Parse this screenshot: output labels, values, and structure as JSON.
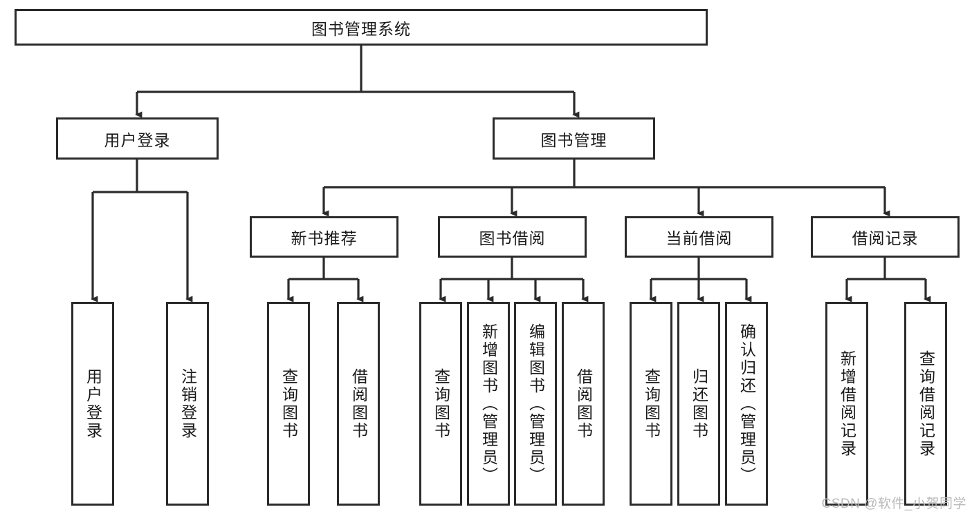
{
  "diagram": {
    "title_node": {
      "label": "图书管理系统"
    },
    "level2": [
      {
        "id": "user-login",
        "label": "用户登录"
      },
      {
        "id": "book-manage",
        "label": "图书管理"
      }
    ],
    "level3": [
      {
        "id": "new-book-recommend",
        "label": "新书推荐"
      },
      {
        "id": "book-borrow",
        "label": "图书借阅"
      },
      {
        "id": "current-borrow",
        "label": "当前借阅"
      },
      {
        "id": "borrow-record",
        "label": "借阅记录"
      }
    ],
    "leaves": [
      {
        "id": "leaf-user-login",
        "label": "用户登录",
        "parent": "user-login"
      },
      {
        "id": "leaf-user-logout",
        "label": "注销登录",
        "parent": "user-login"
      },
      {
        "id": "leaf-query-book-1",
        "label": "查询图书",
        "parent": "new-book-recommend"
      },
      {
        "id": "leaf-borrow-book-1",
        "label": "借阅图书",
        "parent": "new-book-recommend"
      },
      {
        "id": "leaf-query-book-2",
        "label": "查询图书",
        "parent": "book-borrow"
      },
      {
        "id": "leaf-add-book",
        "label": "新增图书（管理员）",
        "parent": "book-borrow"
      },
      {
        "id": "leaf-edit-book",
        "label": "编辑图书（管理员）",
        "parent": "book-borrow"
      },
      {
        "id": "leaf-borrow-book-2",
        "label": "借阅图书",
        "parent": "book-borrow"
      },
      {
        "id": "leaf-query-book-3",
        "label": "查询图书",
        "parent": "current-borrow"
      },
      {
        "id": "leaf-return-book",
        "label": "归还图书",
        "parent": "current-borrow"
      },
      {
        "id": "leaf-confirm-return",
        "label": "确认归还（管理员）",
        "parent": "current-borrow"
      },
      {
        "id": "leaf-add-record",
        "label": "新增借阅记录",
        "parent": "borrow-record"
      },
      {
        "id": "leaf-query-record",
        "label": "查询借阅记录",
        "parent": "borrow-record"
      }
    ],
    "watermark": "CSDN @软件_小贺同学",
    "colors": {
      "stroke": "#2b2b2b",
      "fill": "#ffffff",
      "text": "#1a1a1a",
      "watermark": "#b9b9b9"
    }
  }
}
